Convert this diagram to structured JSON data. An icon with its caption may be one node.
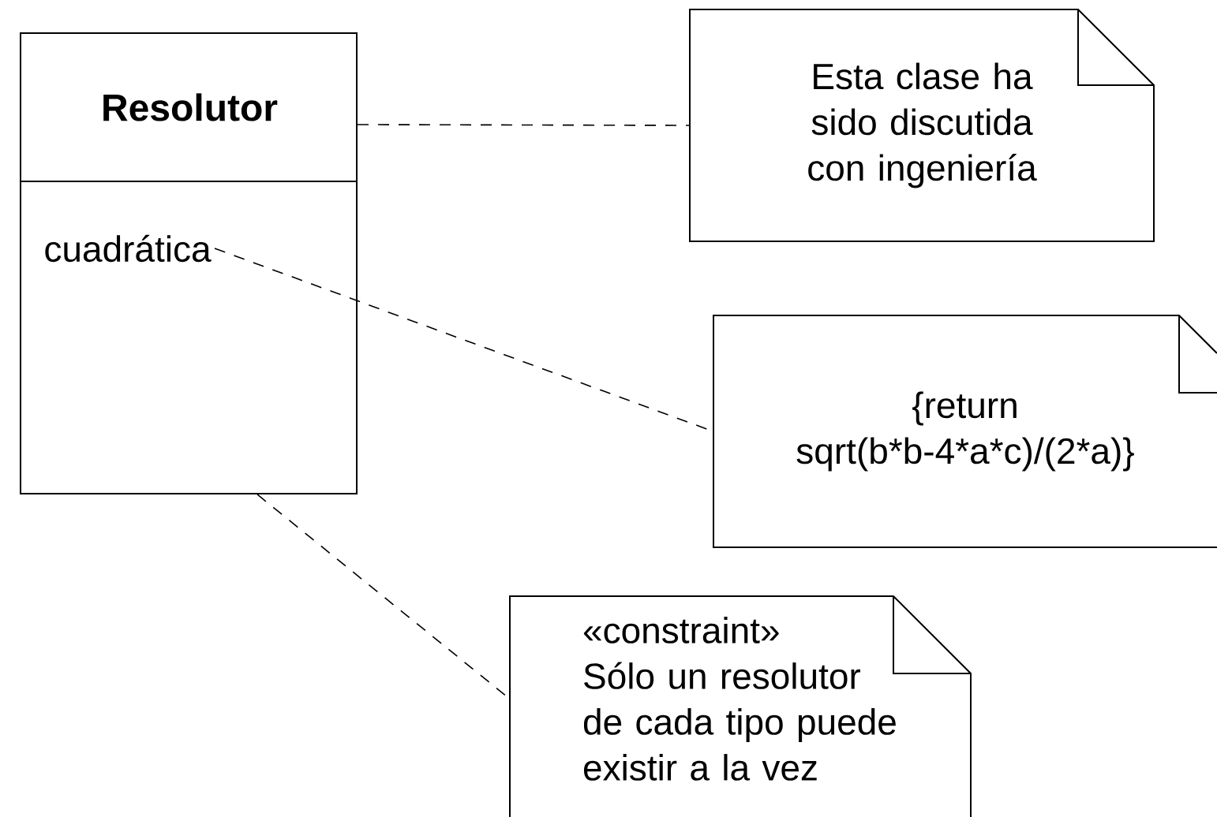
{
  "diagram": {
    "nodes": [
      {
        "text": [
          "Resolutor"
        ]
      },
      {
        "text": [
          "cuadrática"
        ],
        "in": 0
      },
      {
        "text": [
          "Esta clase ha sido discutida con ingeniería"
        ]
      },
      {
        "text": [
          "{return sqrt(b*b-4*a*c)/(2*a)}"
        ]
      },
      {
        "text": [
          "«constraint»",
          "Sólo un resolutor de cada tipo puede existir a la vez"
        ]
      }
    ],
    "edges": [
      {
        "from": 0,
        "to": 2,
        "arrow": "none",
        "style": "dashed"
      },
      {
        "from": 1,
        "to": 3,
        "arrow": "none",
        "style": "dashed"
      },
      {
        "from": 0,
        "to": 4,
        "arrow": "none",
        "style": "dashed"
      }
    ]
  }
}
